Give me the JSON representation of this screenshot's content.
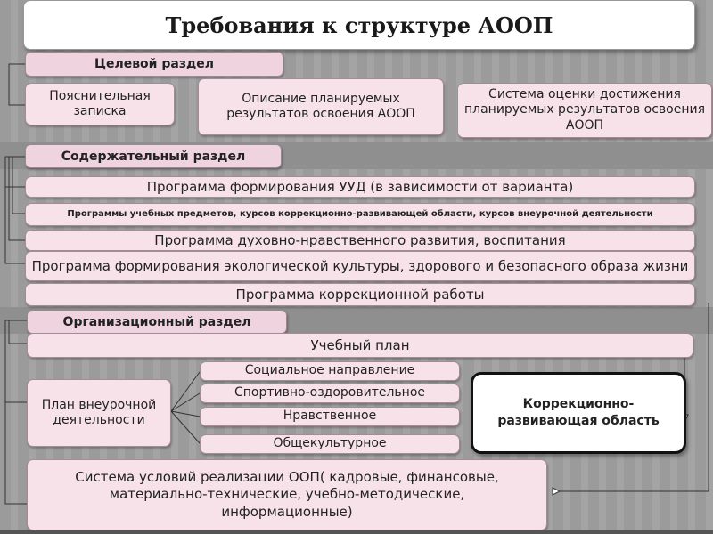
{
  "title": "Требования к структуре  АООП",
  "target_section": {
    "header": "Целевой раздел",
    "items": [
      "Пояснительная записка",
      "Описание планируемых результатов освоения АООП",
      "Система оценки достижения планируемых результатов освоения АООП"
    ]
  },
  "content_section": {
    "header": "Содержательный раздел",
    "items": [
      "Программа формирования УУД (в зависимости от варианта)",
      "Программы учебных предметов, курсов коррекционно-развивающей области, курсов внеурочной деятельности",
      "Программа духовно-нравственного развития, воспитания",
      "Программа формирования экологической культуры, здорового и безопасного образа жизни",
      "Программа коррекционной работы"
    ]
  },
  "org_section": {
    "header": "Организационный раздел",
    "curriculum": "Учебный план",
    "extracurricular": "План внеурочной деятельности",
    "directions": [
      "Социальное направление",
      "Спортивно-оздоровительное",
      "Нравственное",
      "Общекультурное"
    ],
    "correction_area": "Коррекционно-развивающая область",
    "conditions": "Система условий реализации ООП( кадровые, финансовые, материально-технические, учебно-методические, информационные)"
  }
}
